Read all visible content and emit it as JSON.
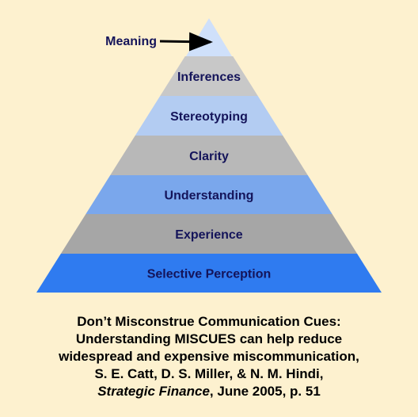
{
  "pyramid": {
    "apex_label": "Meaning",
    "layers": [
      {
        "label": "Inferences",
        "color": "#c8c8c8"
      },
      {
        "label": "Stereotyping",
        "color": "#b3ccf2"
      },
      {
        "label": "Clarity",
        "color": "#b8b8b8"
      },
      {
        "label": "Understanding",
        "color": "#7aa7ec"
      },
      {
        "label": "Experience",
        "color": "#a6a6a6"
      },
      {
        "label": "Selective Perception",
        "color": "#2f7bf0"
      }
    ],
    "apex_color": "#cfe0fa",
    "label_color": "#14145a"
  },
  "caption": {
    "line1": "Don’t Misconstrue Communication Cues:",
    "line2": "Understanding MISCUES can help reduce",
    "line3": "widespread and expensive miscommunication,",
    "line4": "S. E. Catt, D. S. Miller, & N. M. Hindi,",
    "line5_italic": "Strategic Finance",
    "line5_rest": ", June 2005, p. 51"
  },
  "colors": {
    "background": "#fdf1cf"
  }
}
